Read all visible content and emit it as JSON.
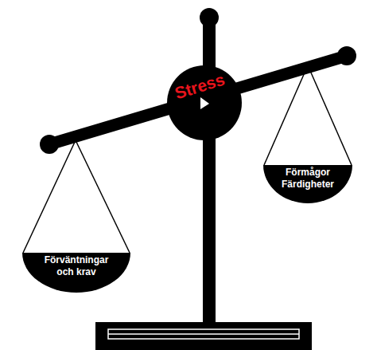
{
  "diagram": {
    "nodes": [
      {
        "text": [
          "Stress"
        ]
      },
      {
        "text": [
          "Förväntningar och krav"
        ]
      },
      {
        "text": [
          "Förmågor Färdigheter"
        ]
      }
    ]
  }
}
